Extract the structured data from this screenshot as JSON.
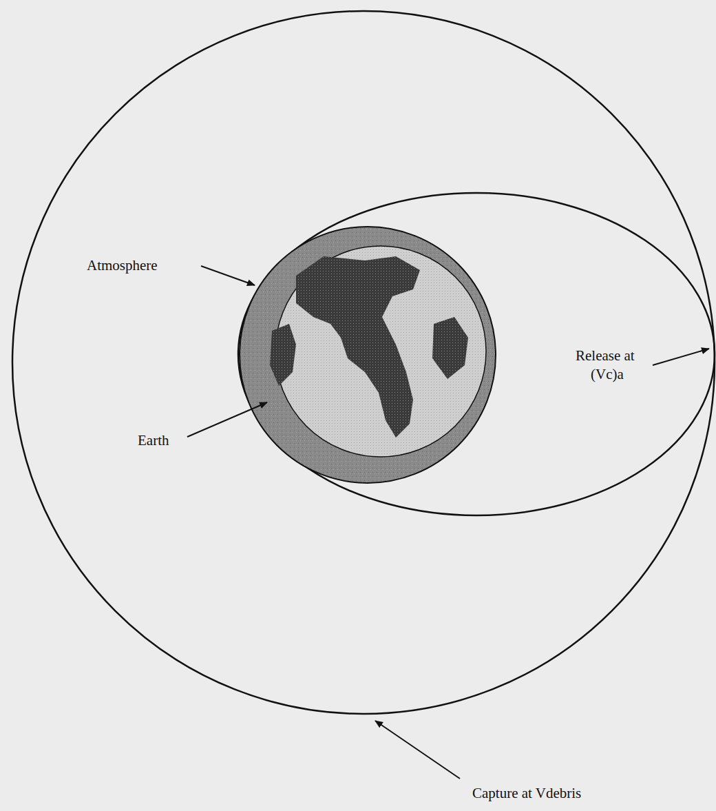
{
  "diagram": {
    "labels": [
      "Atmosphere",
      "Earth",
      "Release at",
      "(Vc)a",
      "Capture at Vdebris"
    ]
  }
}
